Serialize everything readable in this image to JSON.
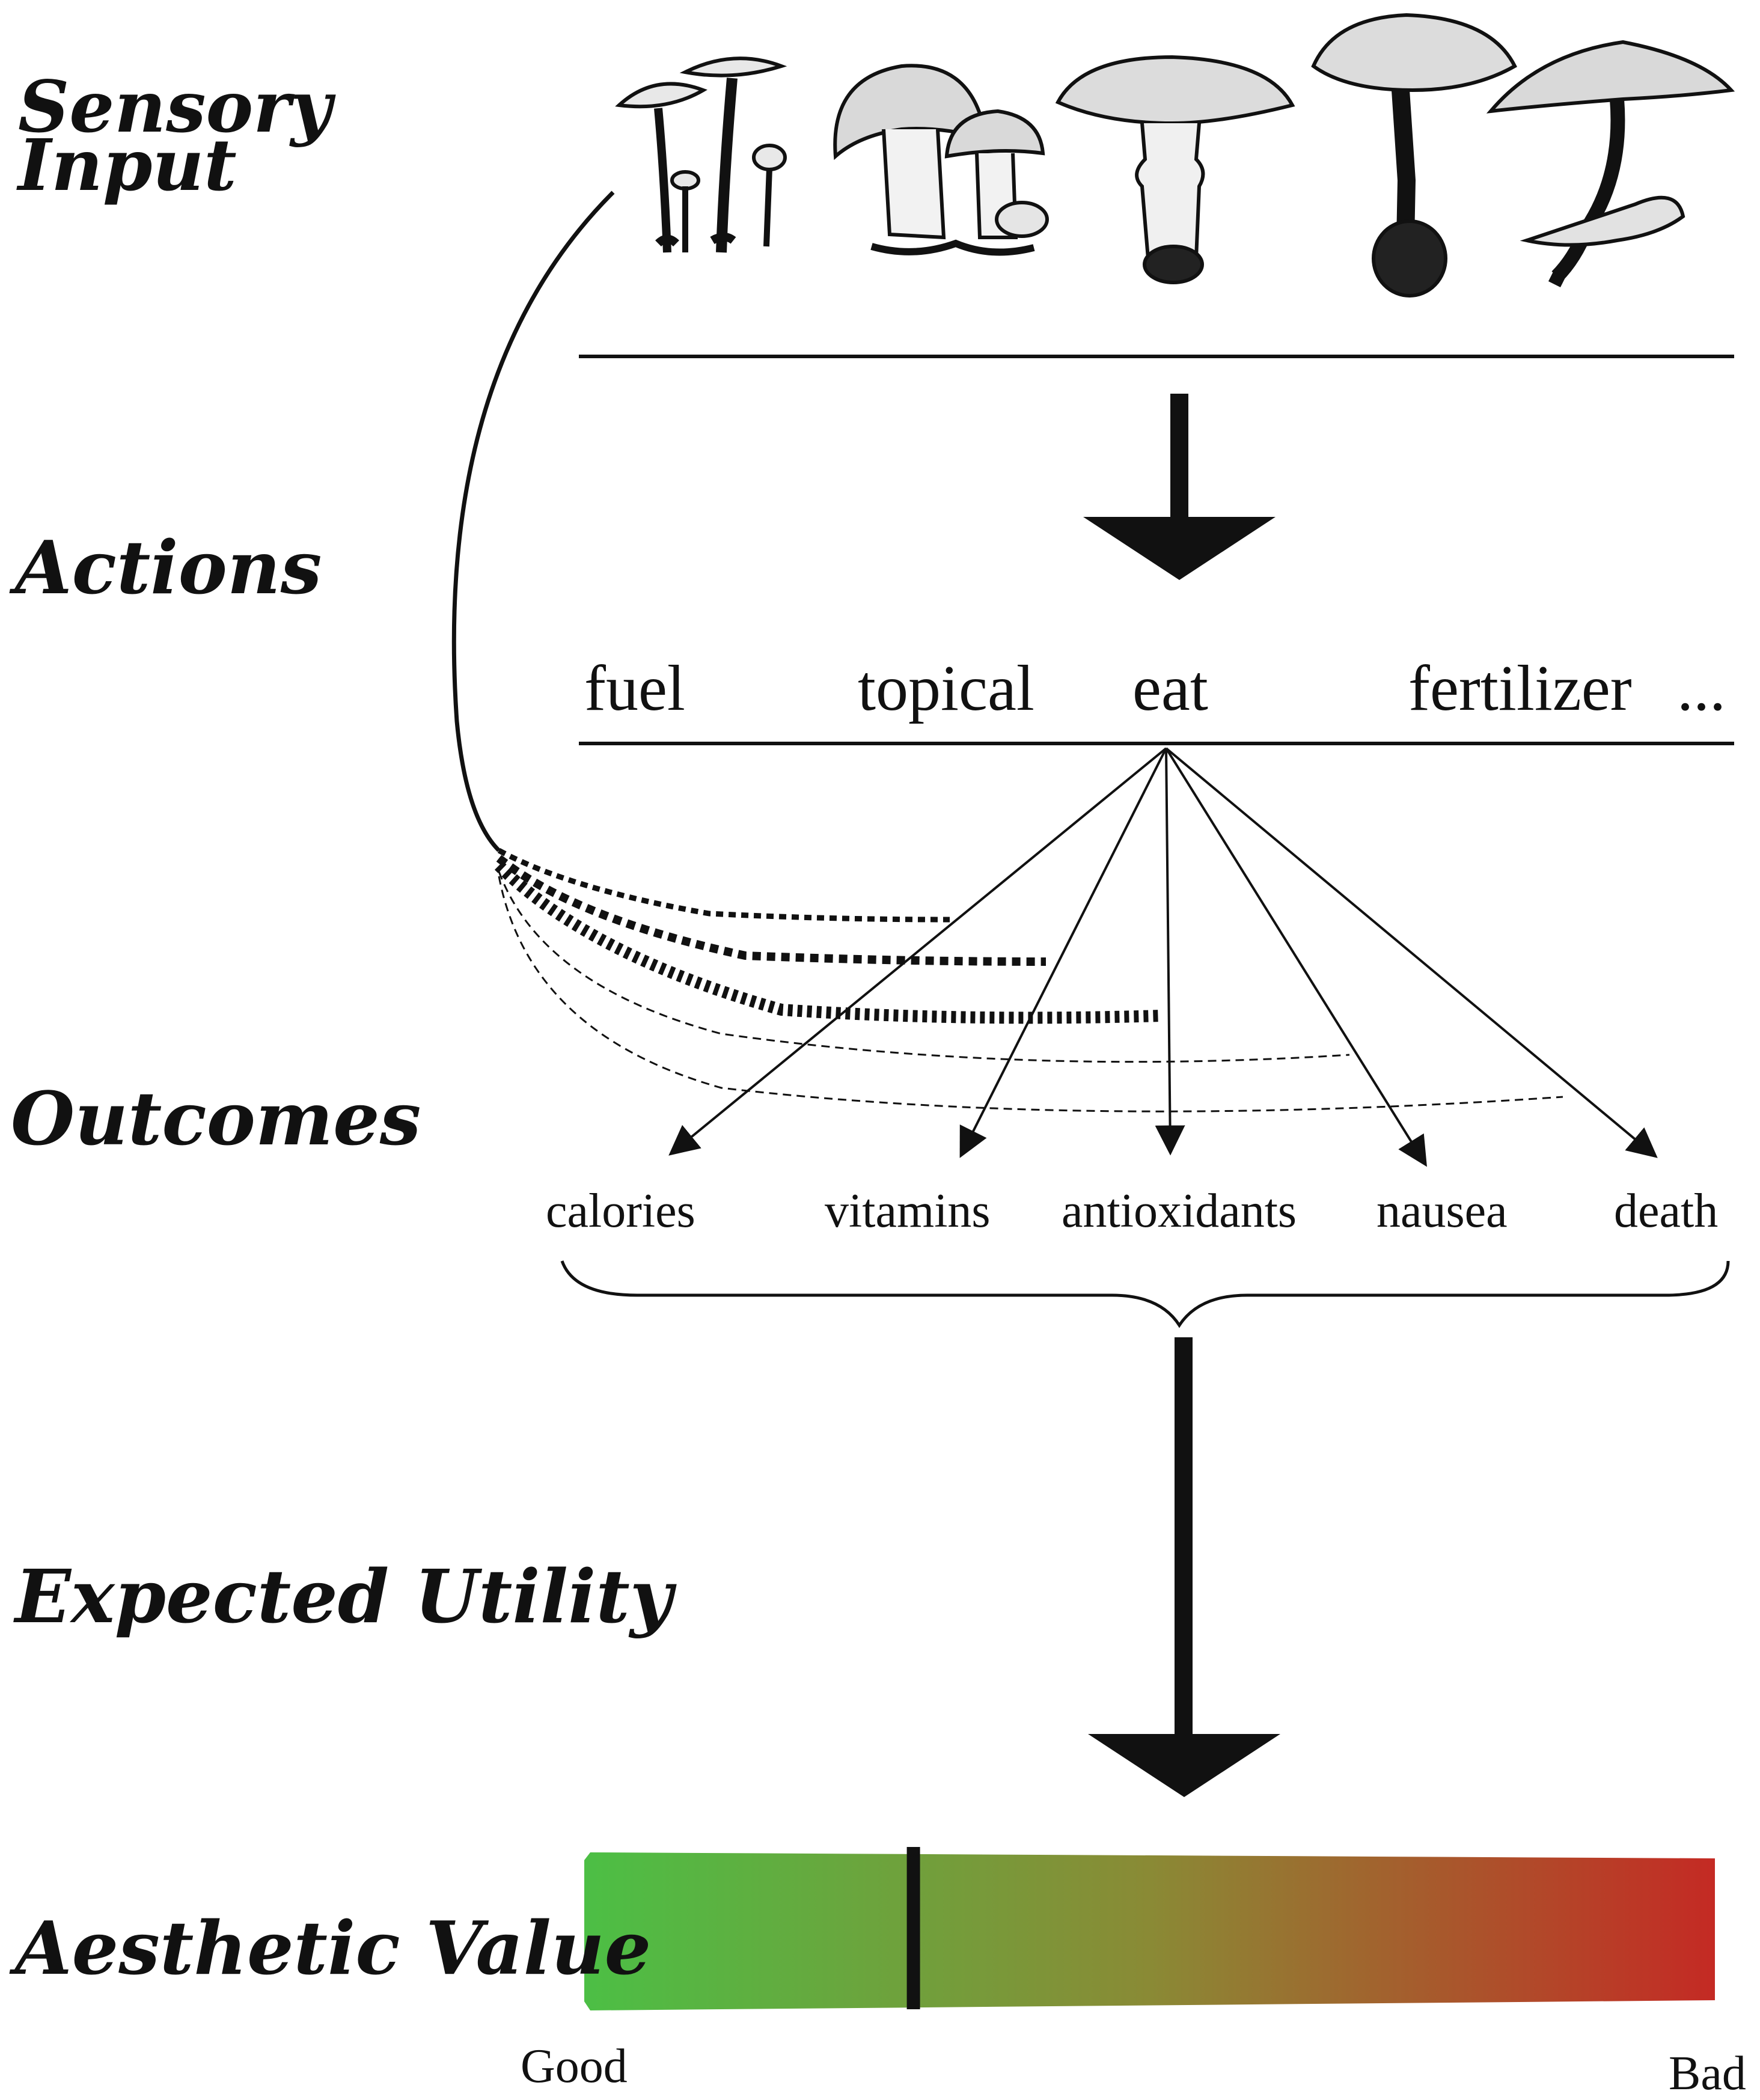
{
  "stages": {
    "sensory_input": "Sensory Input",
    "actions": "Actions",
    "outcomes": "Outcomes",
    "expected_utility": "Expected Utility",
    "aesthetic_value": "Aesthetic Value"
  },
  "actions": [
    "fuel",
    "topical",
    "eat",
    "fertilizer",
    "..."
  ],
  "outcomes": [
    "calories",
    "vitamins",
    "antioxidants",
    "nausea",
    "death"
  ],
  "scale": {
    "good_label": "Good",
    "bad_label": "Bad",
    "marker_fraction": 0.29,
    "color_good": "#4cbf45",
    "color_mid": "#8a8a35",
    "color_bad": "#c42a24"
  },
  "icons": [
    "mushroom-group-icon",
    "mushroom-cluster-icon",
    "mushroom-large-icon",
    "mushroom-tall-icon",
    "mushroom-wide-icon"
  ]
}
